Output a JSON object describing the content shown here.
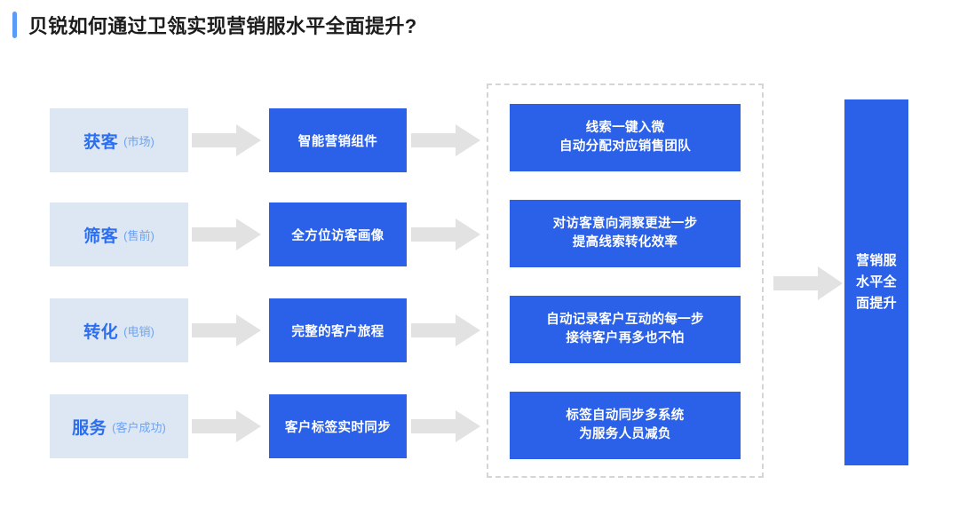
{
  "page": {
    "title": "贝锐如何通过卫瓴实现营销服水平全面提升?",
    "background_color": "#ffffff",
    "accent_color": "#5b9bf8",
    "brand_blue": "#2b60e8",
    "stage_fill": "#dce7f3",
    "arrow_color": "#e2e2e2",
    "dashed_border_color": "#d5d5d5"
  },
  "diagram": {
    "type": "flow",
    "stages": [
      {
        "main": "获客",
        "sub": "(市场)"
      },
      {
        "main": "筛客",
        "sub": "(售前)"
      },
      {
        "main": "转化",
        "sub": "(电销)"
      },
      {
        "main": "服务",
        "sub": "(客户成功)"
      }
    ],
    "features": [
      {
        "label": "智能营销组件"
      },
      {
        "label": "全方位访客画像"
      },
      {
        "label": "完整的客户旅程"
      },
      {
        "label": "客户标签实时同步"
      }
    ],
    "outcomes": [
      {
        "line1": "线索一键入微",
        "line2": "自动分配对应销售团队"
      },
      {
        "line1": "对访客意向洞察更进一步",
        "line2": "提高线索转化效率"
      },
      {
        "line1": "自动记录客户互动的每一步",
        "line2": "接待客户再多也不怕"
      },
      {
        "line1": "标签自动同步多系统",
        "line2": "为服务人员减负"
      }
    ],
    "result": {
      "label": "营销服水平全面提升"
    },
    "arrow_icon_name": "right-arrow-icon"
  }
}
